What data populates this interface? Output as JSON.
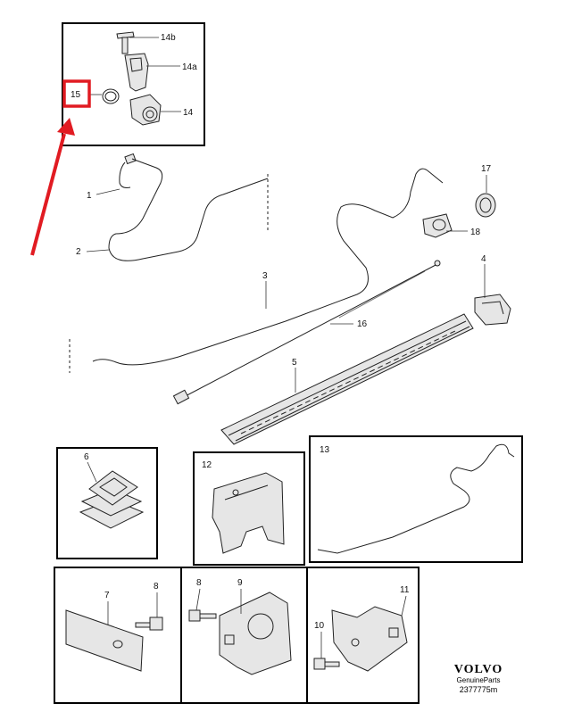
{
  "diagram": {
    "callouts": [
      "14b",
      "14a",
      "15",
      "14",
      "17",
      "1",
      "18",
      "2",
      "3",
      "4",
      "16",
      "5",
      "6",
      "12",
      "13",
      "7",
      "8",
      "9",
      "11",
      "10"
    ],
    "highlight_color": "#e11b22",
    "highlighted_callout": "15"
  },
  "brand": {
    "logo": "VOLVO",
    "subtitle": "GenuineParts",
    "drawing_code": "2377775m"
  }
}
